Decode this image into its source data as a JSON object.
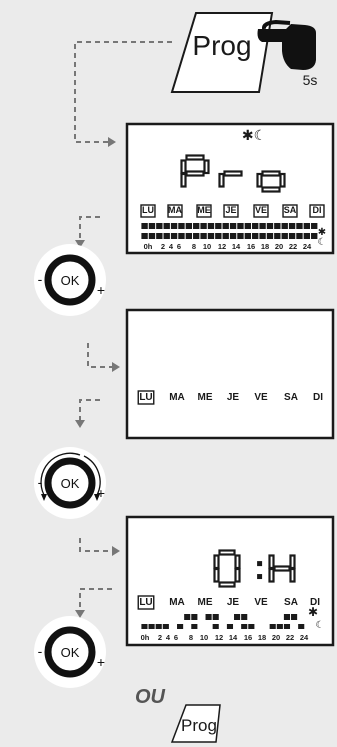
{
  "colors": {
    "panel_bg": "#ebebeb",
    "screen_bg": "#ffffff",
    "ink": "#1a1a1a",
    "arrow": "#777777"
  },
  "step1": {
    "button_label": "Prog",
    "hold_time": "5s"
  },
  "screen1": {
    "mode_icons": "✱☾",
    "digits": "Pro",
    "days": [
      "LU",
      "MA",
      "ME",
      "JE",
      "VE",
      "SA",
      "DI"
    ],
    "boxed_days": [
      0,
      1,
      2,
      3,
      4,
      5,
      6
    ],
    "bar_pattern_top": "111111111111111111111111",
    "bar_pattern_bottom": "111111111111111111111111",
    "hour_ticks": [
      "0h",
      "2",
      "4",
      "6",
      "8",
      "10",
      "12",
      "14",
      "16",
      "18",
      "20",
      "22",
      "24"
    ],
    "sun_icon": "✱",
    "moon_icon": "☾"
  },
  "knob1": {
    "label": "OK",
    "minus": "-",
    "plus": "+"
  },
  "screen2": {
    "days": [
      "LU",
      "MA",
      "ME",
      "JE",
      "VE",
      "SA",
      "DI"
    ],
    "boxed_days": [
      0
    ]
  },
  "knob2": {
    "label": "OK",
    "minus": "-",
    "plus": "+"
  },
  "screen3": {
    "digits": "0:H",
    "days": [
      "LU",
      "MA",
      "ME",
      "JE",
      "VE",
      "SA",
      "DI"
    ],
    "boxed_days": [
      0
    ],
    "bar_pattern_top": "000000110110011000001100",
    "bar_pattern_bottom": "111101010010101100111010",
    "hour_ticks": [
      "0h",
      "2",
      "4",
      "6",
      "8",
      "10",
      "12",
      "14",
      "16",
      "18",
      "20",
      "22",
      "24"
    ],
    "sun_icon": "✱",
    "moon_icon": "☾"
  },
  "knob3": {
    "label": "OK",
    "minus": "-",
    "plus": "+"
  },
  "footer": {
    "or_text": "OU",
    "button_label": "Prog"
  }
}
